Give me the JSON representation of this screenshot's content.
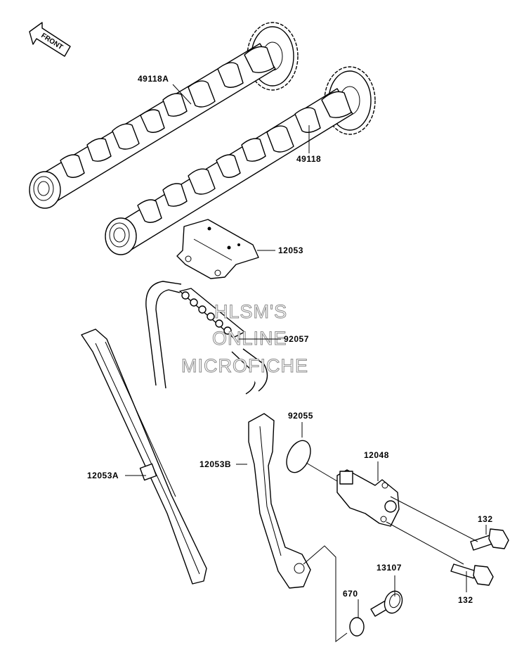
{
  "front_label": "FRONT",
  "watermark": [
    "HLSM'S",
    "ONLINE",
    "MICROFICHE"
  ],
  "parts": [
    {
      "id": "camshaft-intake",
      "number": "49118A"
    },
    {
      "id": "camshaft-exhaust",
      "number": "49118"
    },
    {
      "id": "chain-guide-top",
      "number": "12053"
    },
    {
      "id": "timing-chain",
      "number": "92057"
    },
    {
      "id": "o-ring",
      "number": "92055"
    },
    {
      "id": "tensioner",
      "number": "12048"
    },
    {
      "id": "bolt-upper",
      "number": "132"
    },
    {
      "id": "bolt-lower",
      "number": "132"
    },
    {
      "id": "chain-guide-front",
      "number": "12053A"
    },
    {
      "id": "chain-guide-rear",
      "number": "12053B"
    },
    {
      "id": "pivot-bolt",
      "number": "13107"
    },
    {
      "id": "gasket",
      "number": "670"
    }
  ]
}
